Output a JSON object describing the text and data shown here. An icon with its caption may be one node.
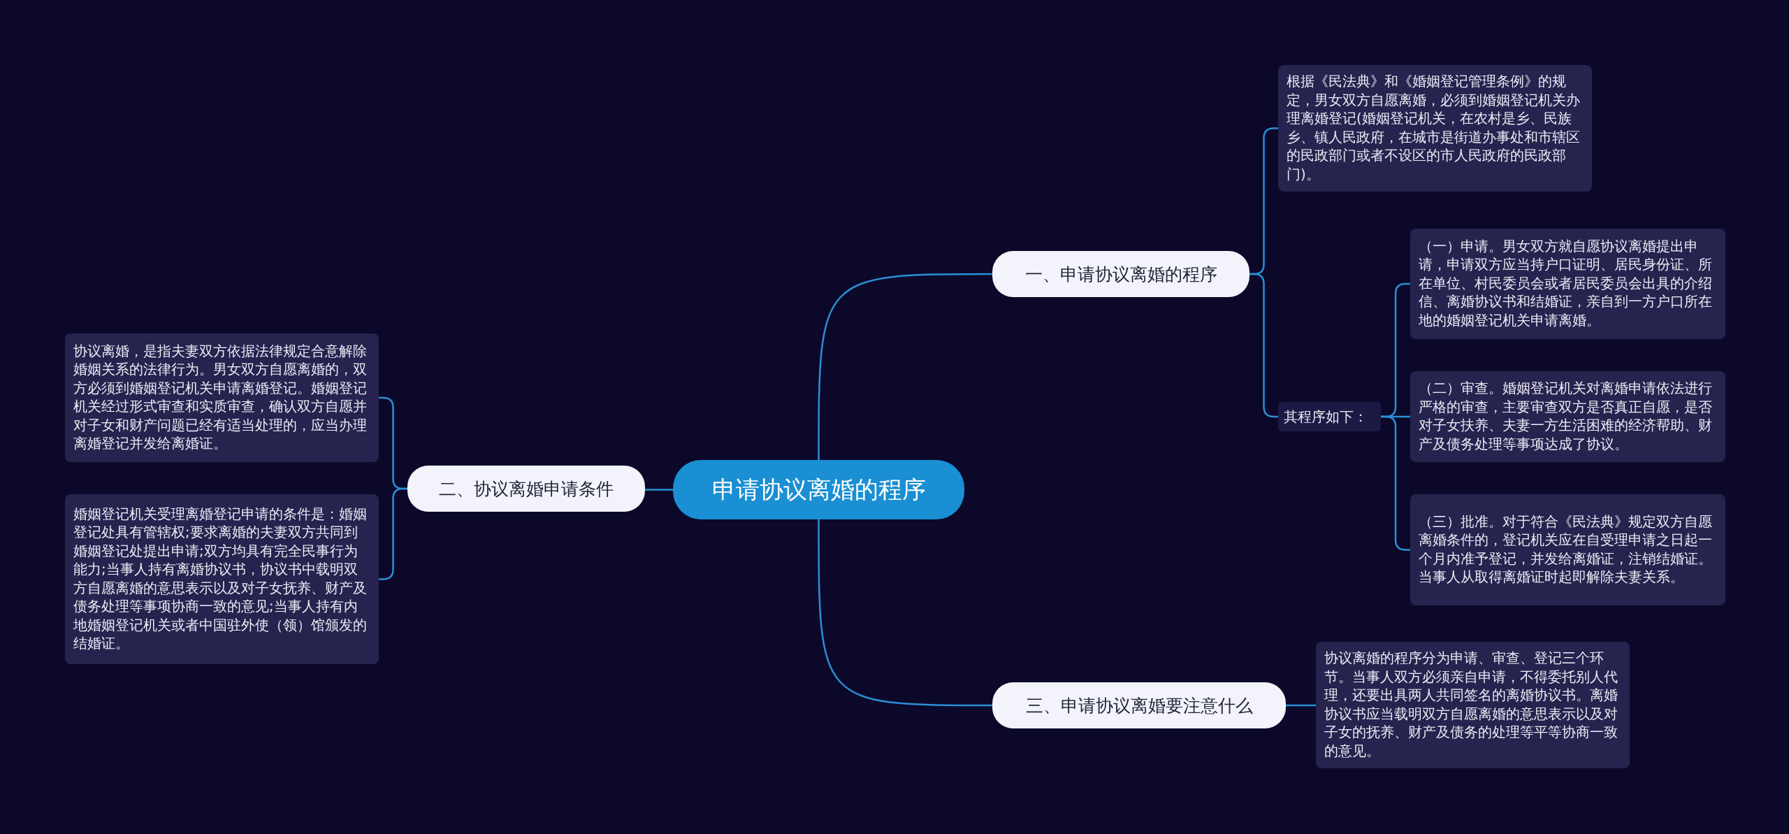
{
  "diagram": {
    "nodes": [
      {
        "text": [
          "申请协议离婚的程序"
        ]
      },
      {
        "text": [
          "一、申请协议离婚的程序"
        ]
      },
      {
        "text": [
          "二、协议离婚申请条件"
        ]
      },
      {
        "text": [
          "三、申请协议离婚要注意什么"
        ]
      },
      {
        "text": [
          "根据《民法典》和《婚姻登记管理条例》的规定，男女双方自愿离婚，必须到婚姻登记机关办理离婚登记(婚姻登记机关，在农村是乡、民族乡、镇人民政府，在城市是街道办事处和市辖区的民政部门或者不设区的市人民政府的民政部门)。"
        ]
      },
      {
        "text": [
          "其程序如下："
        ]
      },
      {
        "text": [
          "（一）申请。男女双方就自愿协议离婚提出申请，申请双方应当持户口证明、居民身份证、所在单位、村民委员会或者居民委员会出具的介绍信、离婚协议书和结婚证，亲自到一方户口所在地的婚姻登记机关申请离婚。"
        ]
      },
      {
        "text": [
          "（二）审查。婚姻登记机关对离婚申请依法进行严格的审查，主要审查双方是否真正自愿，是否对子女扶养、夫妻一方生活困难的经济帮助、财产及债务处理等事项达成了协议。"
        ]
      },
      {
        "text": [
          "（三）批准。对于符合《民法典》规定双方自愿离婚条件的，登记机关应在自受理申请之日起一个月内准予登记，并发给离婚证，注销结婚证。当事人从取得离婚证时起即解除夫妻关系。"
        ]
      },
      {
        "text": [
          "协议离婚，是指夫妻双方依据法律规定合意解除婚姻关系的法律行为。男女双方自愿离婚的，双方必须到婚姻登记机关申请离婚登记。婚姻登记机关经过形式审查和实质审查，确认双方自愿并对子女和财产问题已经有适当处理的，应当办理离婚登记并发给离婚证。"
        ]
      },
      {
        "text": [
          "婚姻登记机关受理离婚登记申请的条件是：婚姻登记处具有管辖权;要求离婚的夫妻双方共同到婚姻登记处提出申请;双方均具有完全民事行为能力;当事人持有离婚协议书，协议书中载明双方自愿离婚的意思表示以及对子女抚养、财产及债务处理等事项协商一致的意见;当事人持有内地婚姻登记机关或者中国驻外使（领）馆颁发的结婚证。"
        ]
      },
      {
        "text": [
          "协议离婚的程序分为申请、审查、登记三个环节。当事人双方必须亲自申请，不得委托别人代理，还要出具两人共同签名的离婚协议书。离婚协议书应当载明双方自愿离婚的意思表示以及对子女的抚养、财产及债务的处理等平等协商一致的意见。"
        ]
      }
    ],
    "edges": [
      {
        "from": 0,
        "to": 1,
        "arrow": "none"
      },
      {
        "from": 0,
        "to": 2,
        "arrow": "none"
      },
      {
        "from": 0,
        "to": 3,
        "arrow": "none"
      },
      {
        "from": 1,
        "to": 4,
        "arrow": "none"
      },
      {
        "from": 1,
        "to": 5,
        "arrow": "none"
      },
      {
        "from": 5,
        "to": 6,
        "arrow": "none"
      },
      {
        "from": 5,
        "to": 7,
        "arrow": "none"
      },
      {
        "from": 5,
        "to": 8,
        "arrow": "none"
      },
      {
        "from": 2,
        "to": 9,
        "arrow": "none"
      },
      {
        "from": 2,
        "to": 10,
        "arrow": "none"
      },
      {
        "from": 3,
        "to": 11,
        "arrow": "none"
      }
    ]
  }
}
